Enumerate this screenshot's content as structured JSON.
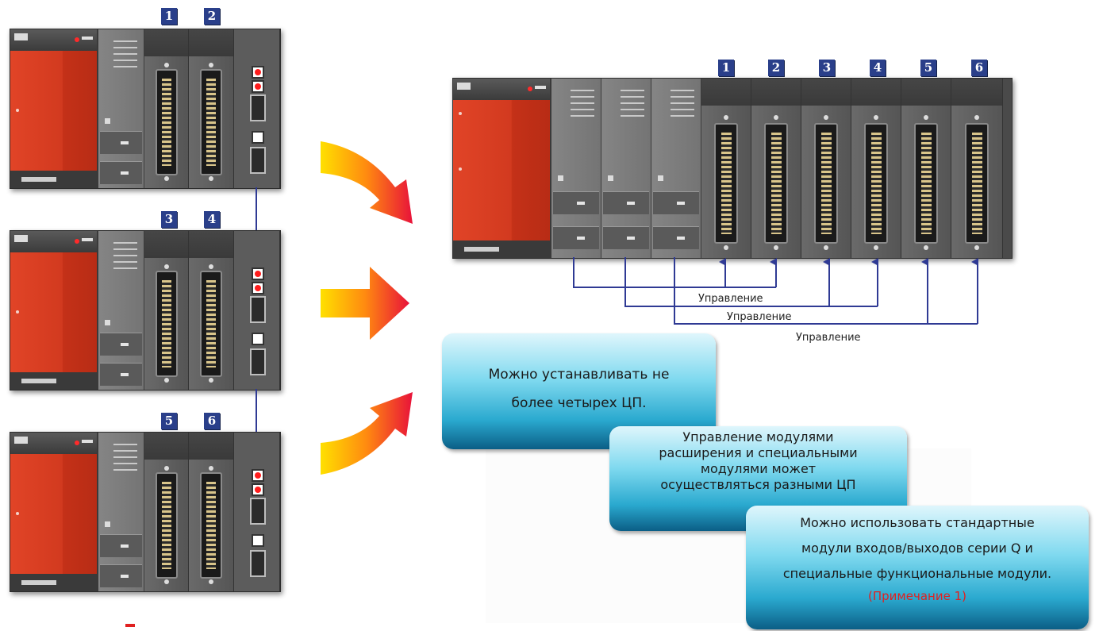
{
  "slot_numbers": [
    "1",
    "2",
    "3",
    "4",
    "5",
    "6"
  ],
  "control_labels": [
    "Управление",
    "Управление",
    "Управление"
  ],
  "info_boxes": {
    "box1": {
      "line1": "Можно устанавливать не",
      "line2": "более четырех ЦП."
    },
    "box2": {
      "line1": "Управление модулями",
      "line2": "расширения и специальными",
      "line3": "модулями может",
      "line4": "осуществляться разными ЦП"
    },
    "box3": {
      "line1": "Можно использовать стандартные",
      "line2": "модули входов/выходов серии Q и",
      "line3": "специальные функциональные модули.",
      "note": "(Примечание 1)"
    }
  },
  "colors": {
    "psu_red": "#d23a1f",
    "badge_blue": "#2a3f8a",
    "line_blue": "#2f3a94",
    "info_top": "#dff6fc",
    "info_bottom": "#0b5e86",
    "note_red": "#e02020",
    "arrow_start": "#ffe000",
    "arrow_end": "#e8123a"
  }
}
